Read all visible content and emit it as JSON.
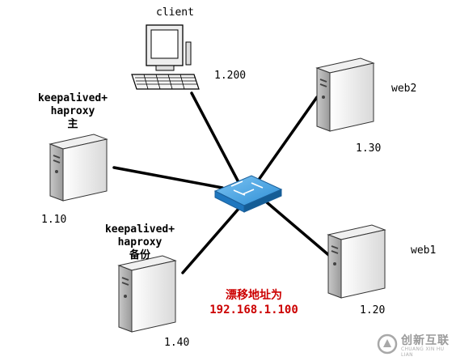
{
  "client": {
    "name": "client",
    "ip": "1.200"
  },
  "master": {
    "line1": "keepalived+",
    "line2": "haproxy",
    "line3": "主",
    "ip": "1.10"
  },
  "backup": {
    "line1": "keepalived+",
    "line2": "haproxy",
    "line3": "备份",
    "ip": "1.40"
  },
  "web2": {
    "name": "web2",
    "ip": "1.30"
  },
  "web1": {
    "name": "web1",
    "ip": "1.20"
  },
  "vip": {
    "title": "漂移地址为",
    "address": "192.168.1.100"
  },
  "watermark": {
    "brand": "创新互联",
    "sub": "CHUANG XIN HU LIAN"
  },
  "colors": {
    "vip_text": "#cc0000",
    "switch": "#2e8fd6",
    "server": "#f2f2f2"
  }
}
